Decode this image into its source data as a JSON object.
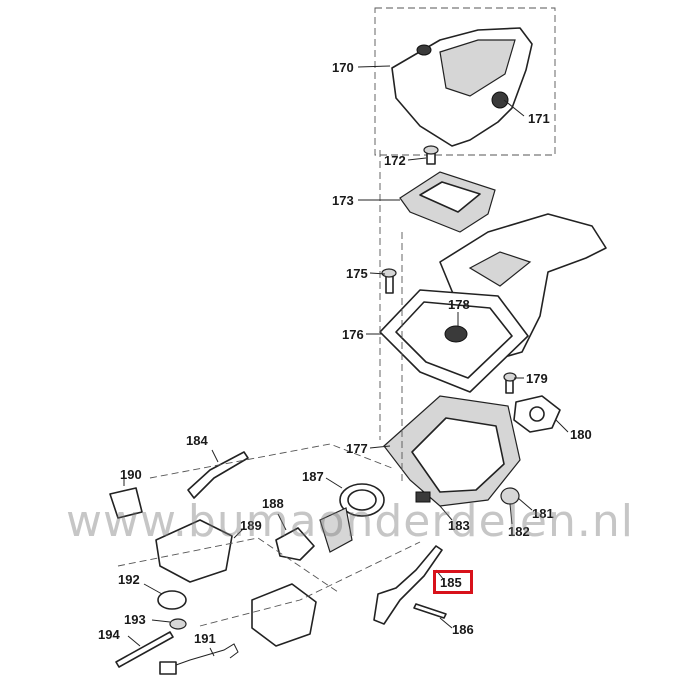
{
  "diagram": {
    "callouts": [
      "170",
      "171",
      "172",
      "173",
      "175",
      "176",
      "177",
      "178",
      "179",
      "180",
      "181",
      "182",
      "183",
      "184",
      "185",
      "186",
      "187",
      "188",
      "189",
      "190",
      "191",
      "192",
      "193",
      "194"
    ],
    "highlighted_callout": "185",
    "highlight_color": "#d8121b",
    "watermark": "www.bumaonderdelen.nl"
  }
}
